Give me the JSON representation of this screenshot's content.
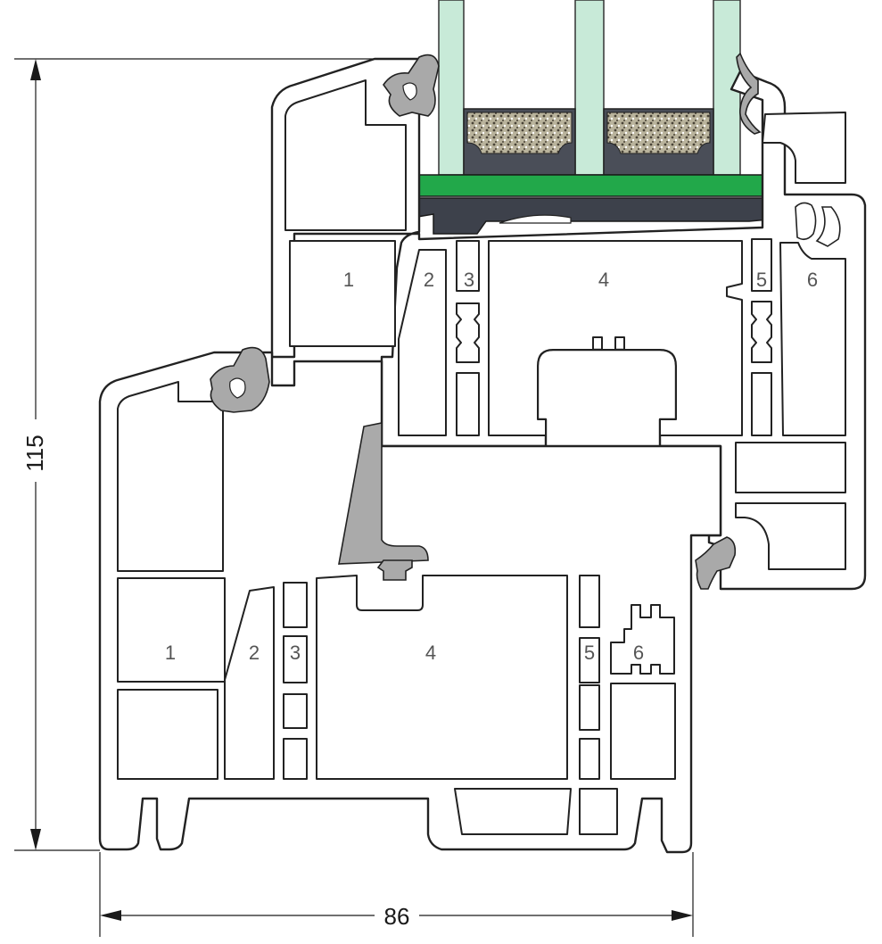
{
  "dimensions": {
    "height_label": "115",
    "width_label": "86"
  },
  "sash_chambers": {
    "c1": "1",
    "c2": "2",
    "c3": "3",
    "c4": "4",
    "c5": "5",
    "c6": "6"
  },
  "frame_chambers": {
    "c1": "1",
    "c2": "2",
    "c3": "3",
    "c4": "4",
    "c5": "5",
    "c6": "6"
  },
  "colors": {
    "glass": "#c8ead8",
    "glass_edge": "#9fd3b8",
    "spacer": "#4a4e58",
    "desiccant": "#b9b39c",
    "glazing_bead_strip": "#22a84a",
    "gasket": "#a9a9a9",
    "reinforcement": "#aaaaaa"
  }
}
